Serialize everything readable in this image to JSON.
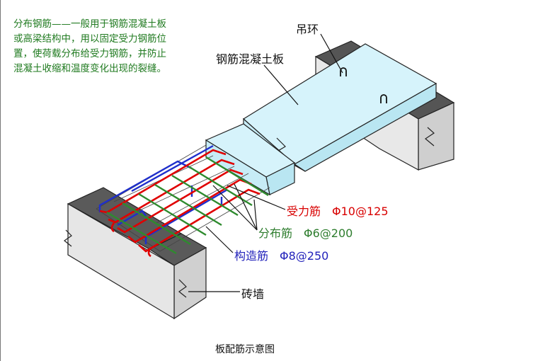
{
  "note_lines": [
    "分布钢筋——一般用于钢筋混凝土板",
    "或高梁结构中，用以固定受力钢筋位",
    "置，使荷载分布给受力钢筋，并防止",
    "混凝土收缩和温度变化出现的裂缝。"
  ],
  "labels": {
    "hoop": "吊环",
    "slab": "钢筋混凝土板",
    "main_bar": "受力筋　Φ10@125",
    "distribution_bar": "分布筋　Φ6@200",
    "construction_bar": "构造筋　Φ8@250",
    "wall": "砖墙"
  },
  "caption": "板配筋示意图",
  "colors": {
    "main_bar": "#e00000",
    "distribution_bar": "#2e8b2e",
    "construction_bar": "#1f2fcc",
    "note_text": "#1f7a1f",
    "slab_top": "#d6f3fb",
    "slab_side": "#b9e6f2",
    "wall_top": "#5a5a5a",
    "wall_side": "#e6e6e6"
  }
}
